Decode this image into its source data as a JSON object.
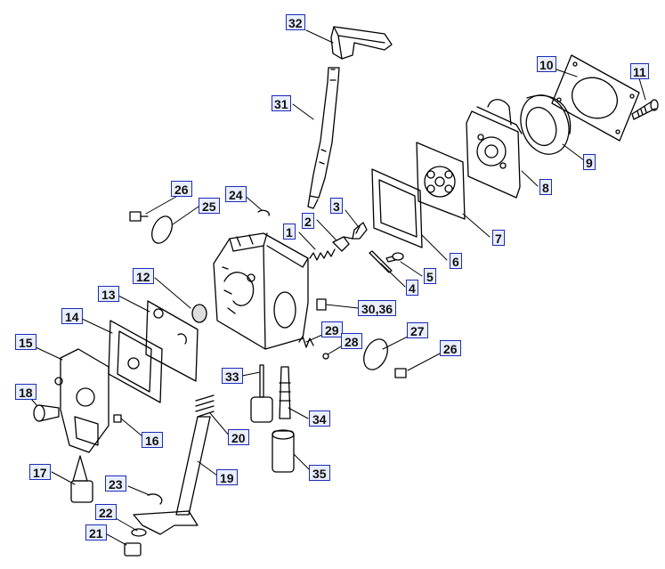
{
  "diagram": {
    "callouts": [
      "32",
      "31",
      "10",
      "11",
      "9",
      "8",
      "7",
      "6",
      "5",
      "4",
      "3",
      "2",
      "1",
      "26",
      "25",
      "24",
      "12",
      "13",
      "14",
      "15",
      "18",
      "16",
      "17",
      "23",
      "22",
      "21",
      "19",
      "20",
      "33",
      "34",
      "35",
      "30,36",
      "29",
      "28",
      "27",
      "26"
    ],
    "colors": {
      "label_border": "#1c2bb8",
      "label_fill": "#e8eefc",
      "line": "#000000"
    }
  }
}
